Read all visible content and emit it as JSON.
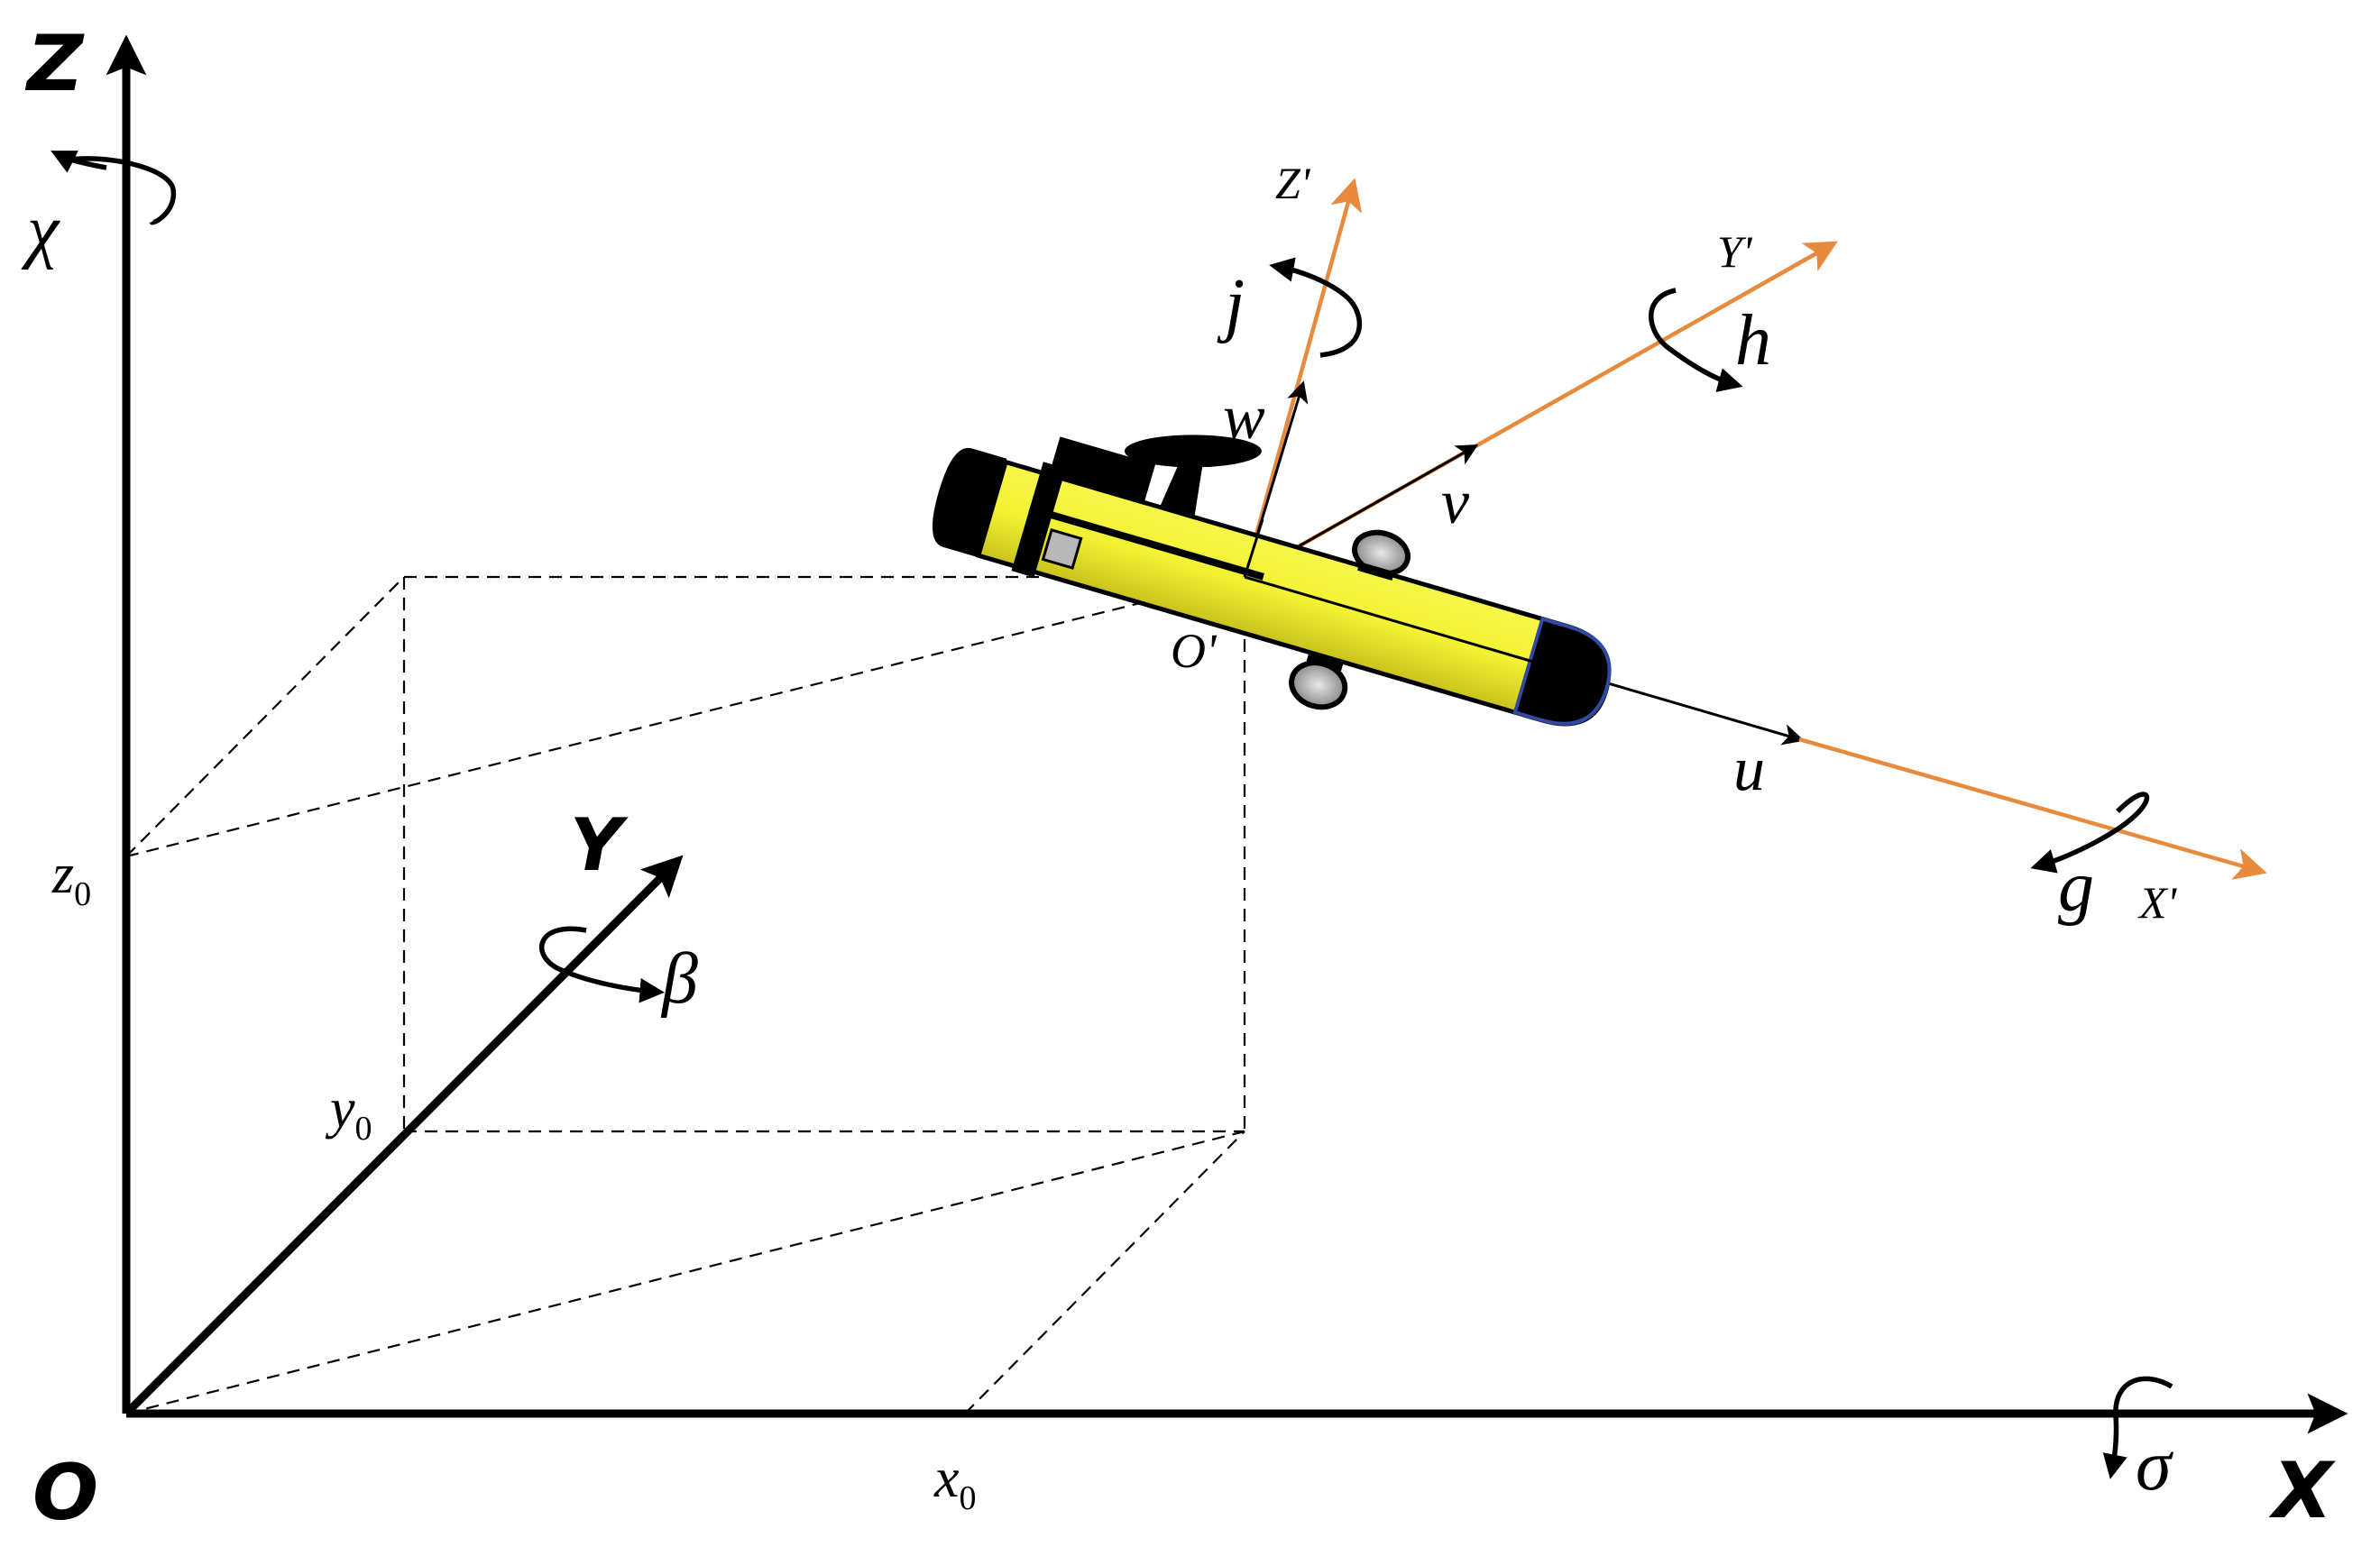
{
  "labels": {
    "origin": "O",
    "axis_x": "X",
    "axis_y": "Y",
    "axis_z": "Z",
    "rot_x": "σ",
    "rot_y": "β",
    "rot_z": "χ",
    "x0": "x",
    "y0": "y",
    "z0": "z",
    "subscript": "0",
    "body_origin": "O'",
    "body_x": "X'",
    "body_y": "Y'",
    "body_z": "Z'",
    "vel_u": "u",
    "vel_v": "v",
    "vel_w": "w",
    "rot_g": "g",
    "rot_h": "h",
    "rot_j": "j"
  },
  "colors": {
    "axis": "#000000",
    "body_axis": "#e88a3b",
    "vehicle_hull": "#f2f233",
    "vehicle_dark": "#000000",
    "thruster": "#b0b0b0"
  }
}
